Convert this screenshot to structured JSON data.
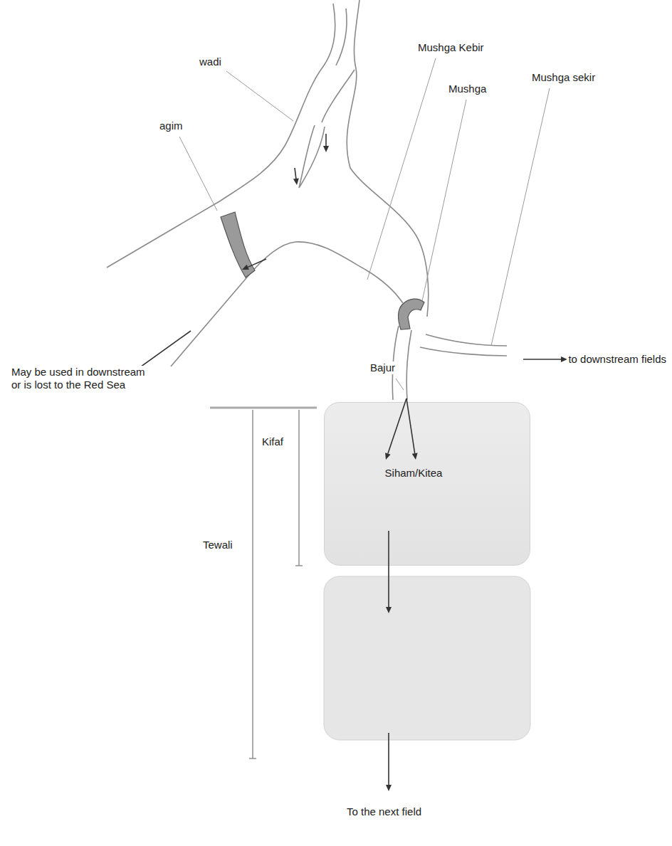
{
  "diagram": {
    "nodes": [
      {
        "text": [
          "Siham/Kitea"
        ]
      }
    ],
    "labels": [
      "wadi",
      "agim",
      "Mushga Kebir",
      "Mushga sekir",
      "Mushga",
      "Bajur",
      "to downstream fields",
      "May be used in downstream or is lost to the Red Sea",
      "Kifaf",
      "Tewali",
      "To the next field"
    ]
  }
}
